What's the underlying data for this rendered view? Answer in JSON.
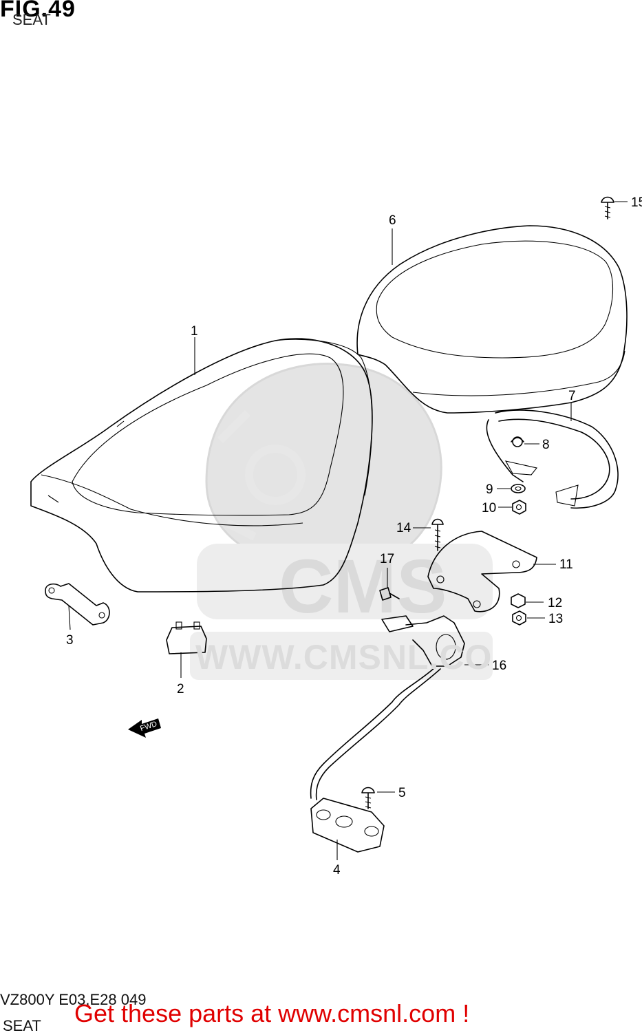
{
  "header": {
    "fig_label": "FIG.49",
    "subtitle": "SEAT"
  },
  "footer": {
    "model_code": "VZ800Y E03,E28 049",
    "subtitle": "SEAT",
    "banner": "Get these parts at www.cmsnl.com !",
    "banner_color": "#e00000"
  },
  "watermark": {
    "logo_text": "CMS",
    "url_text": "WWW.CMSNL.CO"
  },
  "fwd_arrow": {
    "label": "FWD"
  },
  "callouts": [
    {
      "id": "1"
    },
    {
      "id": "2"
    },
    {
      "id": "3"
    },
    {
      "id": "4"
    },
    {
      "id": "5"
    },
    {
      "id": "6"
    },
    {
      "id": "7"
    },
    {
      "id": "8"
    },
    {
      "id": "9"
    },
    {
      "id": "10"
    },
    {
      "id": "11"
    },
    {
      "id": "12"
    },
    {
      "id": "13"
    },
    {
      "id": "14"
    },
    {
      "id": "15"
    },
    {
      "id": "16"
    },
    {
      "id": "17"
    }
  ]
}
